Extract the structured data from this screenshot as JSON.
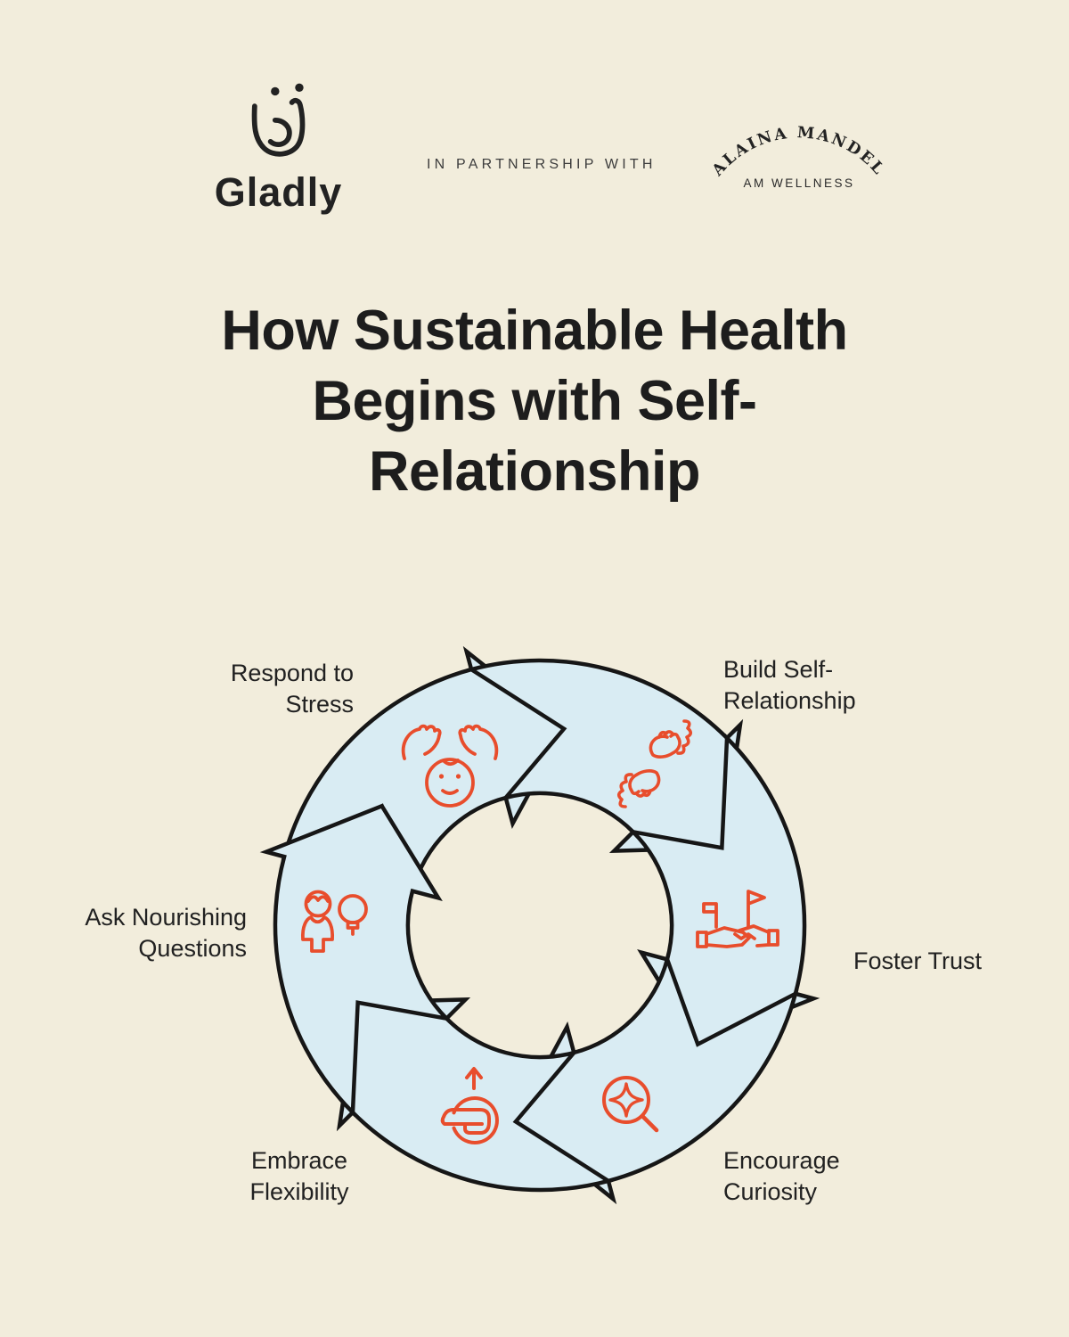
{
  "header": {
    "brand": {
      "name": "Gladly",
      "logo_icon": "gladly-smile-mark-icon"
    },
    "partnership_text": "IN PARTNERSHIP WITH",
    "partner_badge": {
      "arched_name": "ALAINA MANDEL",
      "subtitle": "AM WELLNESS"
    }
  },
  "title": {
    "lines": [
      "How Sustainable Health",
      "Begins with Self-",
      "Relationship"
    ]
  },
  "cycle": {
    "type": "circular-process",
    "direction": "clockwise",
    "steps": [
      {
        "label_lines": [
          "Respond to",
          "Stress"
        ],
        "icon": "hands-over-face-icon",
        "position": "top-left"
      },
      {
        "label_lines": [
          "Build Self-",
          "Relationship"
        ],
        "icon": "clasped-hands-leaves-icon",
        "position": "top-right"
      },
      {
        "label_lines": [
          "Foster Trust",
          ""
        ],
        "icon": "handshake-flags-icon",
        "position": "right"
      },
      {
        "label_lines": [
          "Encourage",
          "Curiosity"
        ],
        "icon": "magnifier-sparkle-icon",
        "position": "bottom-right"
      },
      {
        "label_lines": [
          "Embrace",
          "Flexibility"
        ],
        "icon": "hand-rotation-arrow-icon",
        "position": "bottom-left"
      },
      {
        "label_lines": [
          "Ask Nourishing",
          "Questions"
        ],
        "icon": "person-lightbulb-icon",
        "position": "left"
      }
    ]
  },
  "colors": {
    "background": "#f2eddc",
    "arrow_fill": "#d9ecf3",
    "outline": "#161616",
    "icon_accent": "#e84d2c",
    "text": "#1f1f1f"
  }
}
